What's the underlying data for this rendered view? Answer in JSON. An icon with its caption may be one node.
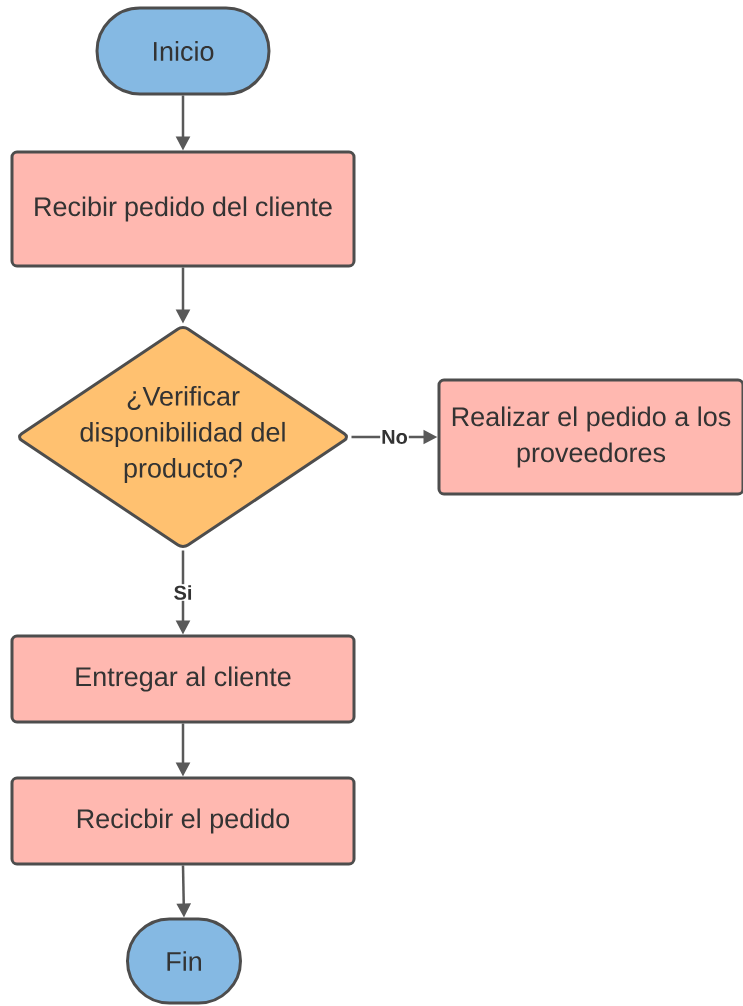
{
  "diagram": {
    "nodes": [
      {
        "text": [
          "Inicio"
        ]
      },
      {
        "text": [
          "Recibir pedido del cliente"
        ]
      },
      {
        "text": [
          "¿Verificar disponibilidad del producto?"
        ]
      },
      {
        "text": [
          "Realizar el pedido a los proveedores"
        ]
      },
      {
        "text": [
          "Entregar al cliente"
        ]
      },
      {
        "text": [
          "Recicbir el pedido"
        ]
      },
      {
        "text": [
          "Fin"
        ]
      }
    ],
    "edges": [
      {
        "from": 0,
        "to": 1,
        "arrow": "to"
      },
      {
        "from": 1,
        "to": 2,
        "arrow": "to"
      },
      {
        "from": 2,
        "to": 3,
        "arrow": "to",
        "label": "No"
      },
      {
        "from": 2,
        "to": 4,
        "arrow": "to",
        "label": "Si"
      },
      {
        "from": 4,
        "to": 5,
        "arrow": "to"
      },
      {
        "from": 5,
        "to": 6,
        "arrow": "to"
      }
    ]
  }
}
